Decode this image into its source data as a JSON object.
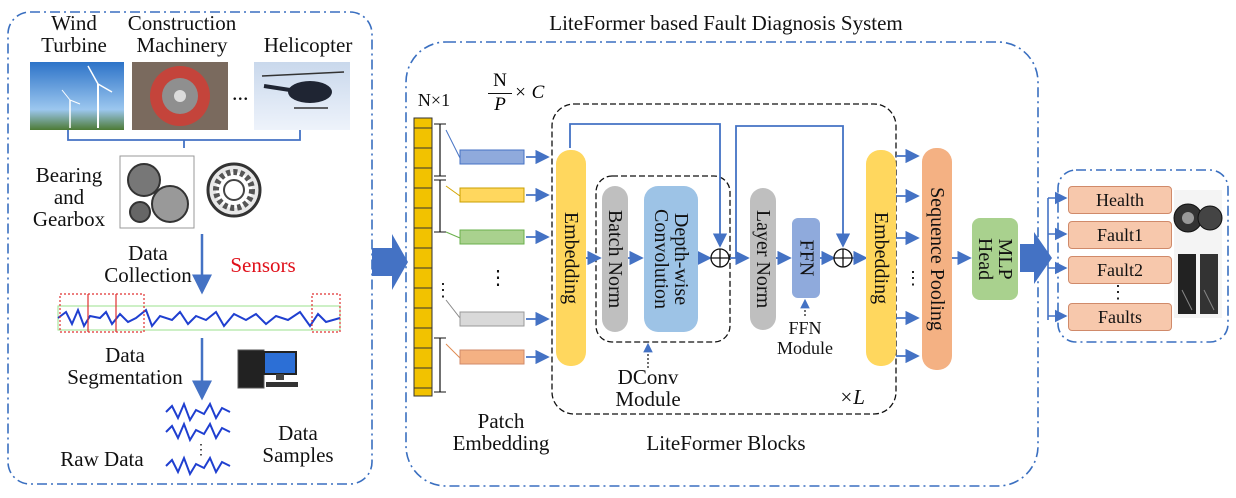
{
  "left_panel": {
    "sources": [
      "Wind Turbine",
      "Construction Machinery",
      "Helicopter"
    ],
    "ellipsis": "...",
    "component": "Bearing and Gearbox",
    "data_collection": "Data Collection",
    "sensors": "Sensors",
    "data_segmentation": "Data Segmentation",
    "raw_data": "Raw Data",
    "data_samples": "Data Samples"
  },
  "system": {
    "title": "LiteFormer based Fault Diagnosis System",
    "input_size": "N×1",
    "patch_size_num": "N",
    "patch_size_den": "P",
    "patch_size_tail": "× C",
    "patch_embedding": "Patch Embedding",
    "embedding_in": "Embedding",
    "batch_norm": "Batch Norm",
    "dwconv": "Depth-wise Convolution",
    "dconv_module": "DConv Module",
    "layer_norm": "Layer Norm",
    "ffn": "FFN",
    "ffn_module": "FFN Module",
    "embedding_out": "Embedding",
    "repeat": "×L",
    "blocks_label": "LiteFormer Blocks",
    "sequence_pooling": "Sequence Pooling",
    "mlp_head": "MLP Head"
  },
  "outputs": [
    "Health",
    "Fault1",
    "Fault2",
    "Faults"
  ],
  "output_ellipsis": "⋮",
  "colors": {
    "dashed_border": "#3a6fc0",
    "arrow": "#4472c4",
    "embedding": "#ffd75e",
    "norm": "#bfbfbf",
    "dwconv": "#9dc3e6",
    "ffn": "#8faadc",
    "pooling": "#f4b183",
    "mlp": "#a9d18e",
    "sensors": "#e0101a",
    "output_box": "#f7c8ac"
  }
}
